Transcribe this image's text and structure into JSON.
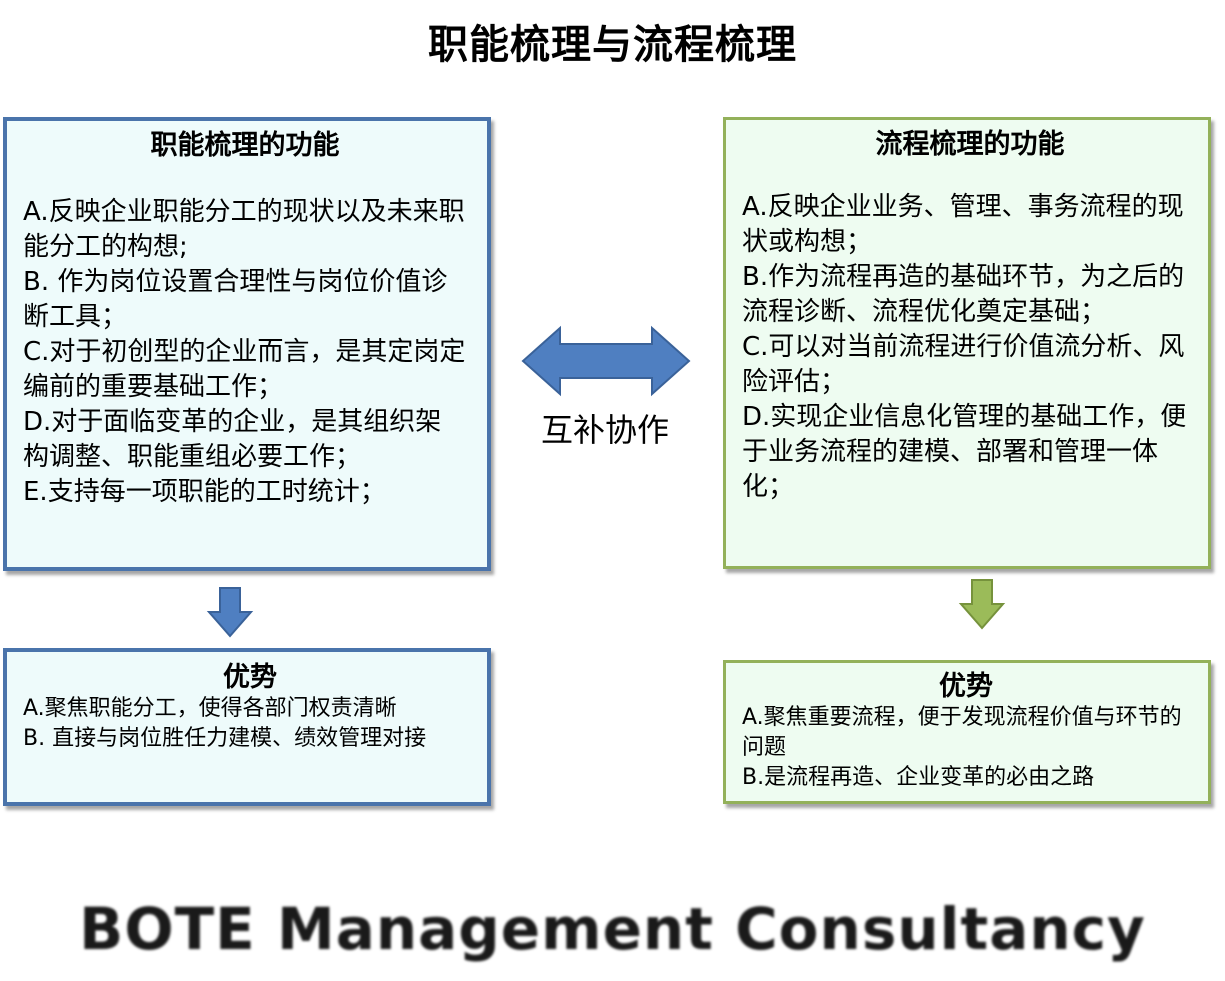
{
  "title": "职能梳理与流程梳理",
  "left": {
    "heading": "职能梳理的功能",
    "items": [
      "A.反映企业职能分工的现状以及未来职能分工的构想;",
      "B. 作为岗位设置合理性与岗位价值诊断工具；",
      "C.对于初创型的企业而言，是其定岗定编前的重要基础工作；",
      "D.对于面临变革的企业，是其组织架构调整、职能重组必要工作；",
      "E.支持每一项职能的工时统计；"
    ],
    "advantage": {
      "heading": "优势",
      "items": [
        "A.聚焦职能分工，使得各部门权责清晰",
        "B. 直接与岗位胜任力建模、绩效管理对接"
      ]
    }
  },
  "right": {
    "heading": "流程梳理的功能",
    "items": [
      "A.反映企业业务、管理、事务流程的现状或构想；",
      "B.作为流程再造的基础环节，为之后的流程诊断、流程优化奠定基础；",
      "C.可以对当前流程进行价值流分析、风险评估；",
      "D.实现企业信息化管理的基础工作，便于业务流程的建模、部署和管理一体化；"
    ],
    "advantage": {
      "heading": "优势",
      "items": [
        "A.聚焦重要流程，便于发现流程价值与环节的问题",
        "B.是流程再造、企业变革的必由之路"
      ]
    }
  },
  "middle_label": "互补协作",
  "footer": "BOTE Management Consultancy",
  "colors": {
    "blue_border": "#4a74ab",
    "blue_fill": "#eefbfb",
    "green_border": "#93b15a",
    "green_fill": "#eefcf1"
  }
}
